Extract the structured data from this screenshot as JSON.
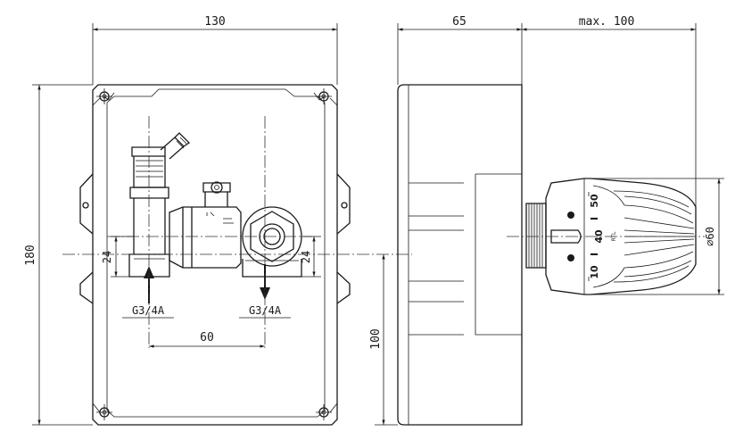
{
  "front_view": {
    "width_dim": "130",
    "height_dim": "180",
    "port_spacing_dim": "60",
    "left_offset_dim": "24",
    "right_offset_dim": "24",
    "inlet_thread": "G3/4A",
    "outlet_thread": "G3/4A"
  },
  "side_view": {
    "depth_dim": "65",
    "projection_dim": "max. 100",
    "axis_height_dim": "100",
    "head_diameter_dim": "⌀60",
    "knob_brand": "RTL",
    "knob_setting": "40",
    "knob_min_mark": "10",
    "knob_max_mark": "50",
    "knob_mark_1": "I",
    "knob_mark_2": "I"
  }
}
